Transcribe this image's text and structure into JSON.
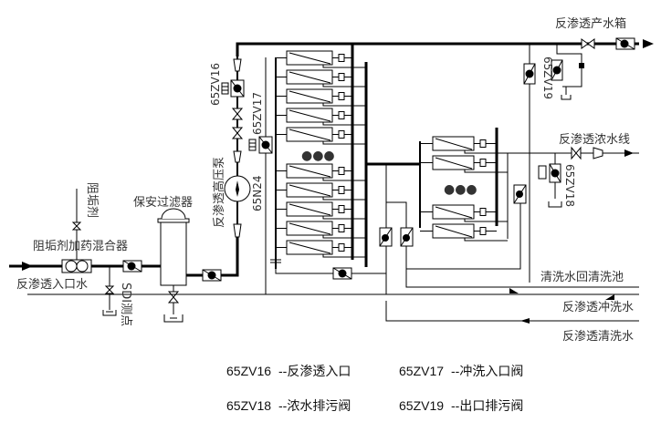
{
  "title": "反渗透系统工艺流程图",
  "labels": {
    "product_tank": "反渗透产水箱",
    "concentrate_line": "反渗透浓水线",
    "cleaning_return": "清洗水回清洗池",
    "flush_water": "反渗透冲洗水",
    "cleaning_water": "反渗透清洗水",
    "ro_inlet_water": "反渗透入口水",
    "antiscalant": "阻垢剂",
    "mixer": "阻垢剂加药混合器",
    "security_filter": "保安过滤器",
    "hp_pump": "反渗透高压泵",
    "sdi_point": "SDI测点",
    "pump_tag": "65N24",
    "valve_16": "65ZV16",
    "valve_17": "65ZV17",
    "valve_18": "65ZV18",
    "valve_19": "65ZV19",
    "ellipsis": "●●●"
  },
  "legend": [
    {
      "code": "65ZV16",
      "desc": "--反渗透入口"
    },
    {
      "code": "65ZV17",
      "desc": "--冲洗入口阀"
    },
    {
      "code": "65ZV18",
      "desc": "--浓水排污阀"
    },
    {
      "code": "65ZV19",
      "desc": "--出口排污阀"
    }
  ],
  "stage1_modules": 10,
  "stage2_modules": 4
}
